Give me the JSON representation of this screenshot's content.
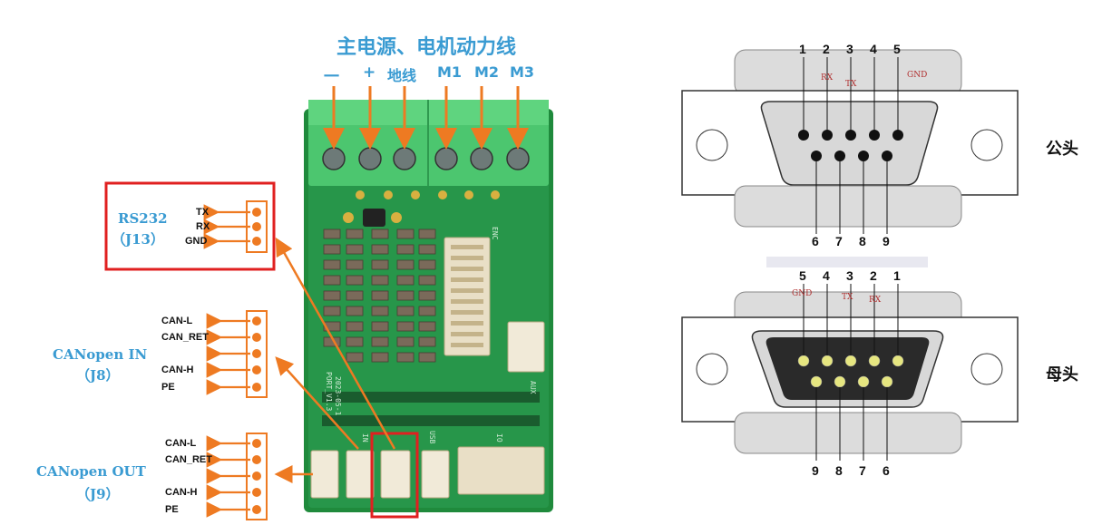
{
  "power": {
    "title": "主电源、电机动力线",
    "terminals": [
      "一",
      "+",
      "地线",
      "M1",
      "M2",
      "M3"
    ]
  },
  "rs232": {
    "name": "RS232",
    "ref": "（J13）",
    "signals": [
      "TX",
      "RX",
      "GND"
    ]
  },
  "can_in": {
    "name": "CANopen IN",
    "ref": "（J8）",
    "signals": [
      "CAN-L",
      "CAN_RET",
      "CAN-H",
      "PE"
    ]
  },
  "can_out": {
    "name": "CANopen OUT",
    "ref": "（J9）",
    "signals": [
      "CAN-L",
      "CAN_RET",
      "CAN-H",
      "PE"
    ]
  },
  "male": {
    "label": "公头",
    "top_pins": [
      "1",
      "2",
      "3",
      "4",
      "5"
    ],
    "bottom_pins": [
      "6",
      "7",
      "8",
      "9"
    ],
    "signals": [
      "RX",
      "TX",
      "GND"
    ]
  },
  "female": {
    "label": "母头",
    "top_pins": [
      "5",
      "4",
      "3",
      "2",
      "1"
    ],
    "bottom_pins": [
      "9",
      "8",
      "7",
      "6"
    ],
    "signals": [
      "GND",
      "TX",
      "RX"
    ]
  },
  "pcb": {
    "silkscreen": [
      "PORT_V1.3",
      "2023-05-1",
      "AUX",
      "ENC",
      "USB",
      "IN",
      "IO"
    ]
  },
  "colors": {
    "accent": "#3a9bd2",
    "arrow": "#ee7a22",
    "highlight": "#e02020",
    "board": "#1f8a3c",
    "terminal": "#4cc66f"
  }
}
